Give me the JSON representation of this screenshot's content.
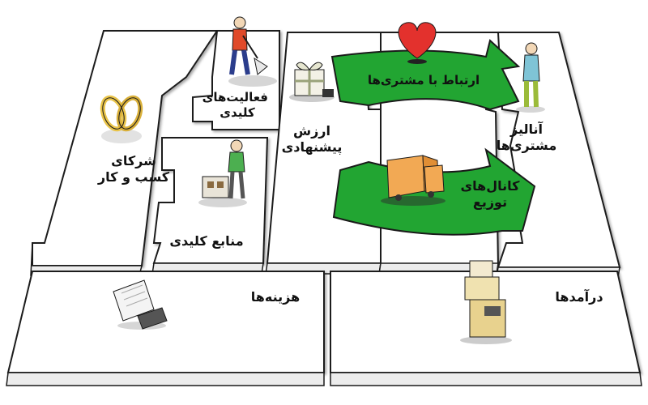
{
  "canvas": {
    "title": ""
  },
  "blocks": {
    "key_partners": {
      "line1": "شرکای",
      "line2": "کسب و کار"
    },
    "key_activities": {
      "line1": "فعالیت‌های",
      "line2": "کلیدی"
    },
    "key_resources": {
      "label": "منابع کلیدی"
    },
    "value_propositions": {
      "line1": "ارزش",
      "line2": "پیشنهادی"
    },
    "customer_relationships": {
      "label": "ارتباط با مشتری‌ها"
    },
    "channels": {
      "line1": "کانال‌های",
      "line2": "توزیع"
    },
    "customer_segments": {
      "line1": "آنالیز",
      "line2": "مشتری‌ها"
    },
    "cost_structure": {
      "label": "هزینه‌ها"
    },
    "revenue_streams": {
      "label": "درآمدها"
    }
  },
  "colors": {
    "green": "#22a532",
    "heart": "#e3312d",
    "truck": "#f2a954",
    "shirt": "#e04a2a",
    "gold": "#e9c44a",
    "outline": "#1a1a1a"
  },
  "icons": {
    "key_partners": "rings-icon",
    "key_activities": "digging-person-icon",
    "key_resources": "person-with-machine-icon",
    "value_propositions": "gift-box-icon",
    "customer_relationships": "heart-icon",
    "channels": "truck-icon",
    "customer_segments": "standing-person-icon",
    "cost_structure": "receipt-icon",
    "revenue_streams": "cash-register-icon"
  }
}
